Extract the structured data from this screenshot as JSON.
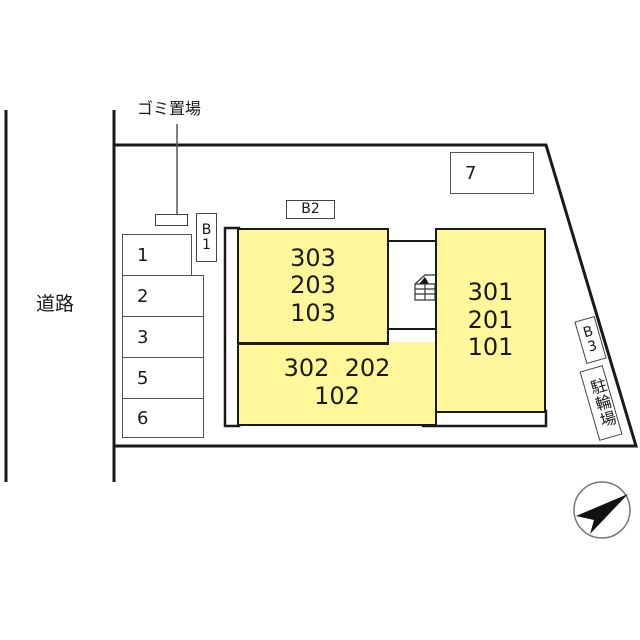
{
  "labels": {
    "road": "道路",
    "garbage": "ゴミ置場",
    "bicycle_parking": "駐輪場"
  },
  "colors": {
    "unit_fill": "#fff79a",
    "line": "#1a1a1a",
    "background": "#ffffff"
  },
  "parking_slots": [
    {
      "label": "1"
    },
    {
      "label": "2"
    },
    {
      "label": "3"
    },
    {
      "label": "5"
    },
    {
      "label": "6"
    },
    {
      "label": "7"
    }
  ],
  "bike_areas": [
    {
      "label": "B",
      "num": "1"
    },
    {
      "label": "B2"
    },
    {
      "label": "B",
      "num": "3"
    }
  ],
  "units": {
    "west_upper": [
      "303",
      "203",
      "103"
    ],
    "west_lower": [
      "302  202",
      "102"
    ],
    "east": [
      "301",
      "201",
      "101"
    ]
  },
  "compass": {
    "label": "north-arrow"
  }
}
